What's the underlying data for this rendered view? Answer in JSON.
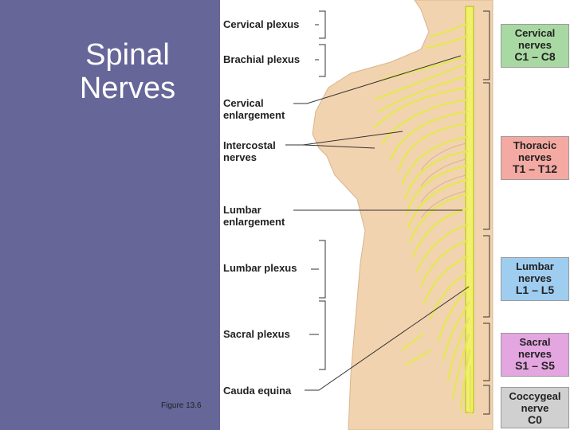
{
  "slide": {
    "title_line1": "Spinal",
    "title_line2": "Nerves",
    "caption": "Figure 13.6"
  },
  "figure": {
    "left_labels": {
      "cervical_plexus": "Cervical plexus",
      "brachial_plexus": "Brachial plexus",
      "cervical_enlargement_1": "Cervical",
      "cervical_enlargement_2": "enlargement",
      "intercostal_1": "Intercostal",
      "intercostal_2": "nerves",
      "lumbar_enlargement_1": "Lumbar",
      "lumbar_enlargement_2": "enlargement",
      "lumbar_plexus": "Lumbar plexus",
      "sacral_plexus": "Sacral plexus",
      "cauda_equina": "Cauda equina"
    },
    "right_boxes": {
      "cervical": {
        "line1": "Cervical",
        "line2": "nerves",
        "code": "C1 – C8",
        "color": "#a9d9a3"
      },
      "thoracic": {
        "line1": "Thoracic",
        "line2": "nerves",
        "code": "T1 – T12",
        "color": "#f4a9a3"
      },
      "lumbar": {
        "line1": "Lumbar",
        "line2": "nerves",
        "code": "L1 – L5",
        "color": "#9fcdf0"
      },
      "sacral": {
        "line1": "Sacral",
        "line2": "nerves",
        "code": "S1 – S5",
        "color": "#e3a6e0"
      },
      "coccygeal": {
        "line1": "Coccygeal",
        "line2": "nerve",
        "code": "C0",
        "color": "#d0d0d0"
      }
    },
    "colors": {
      "panel": "#666699",
      "skin": "#f2d3b0",
      "nerve": "#f0f06a",
      "nerve_outline": "#c8c83a"
    }
  }
}
